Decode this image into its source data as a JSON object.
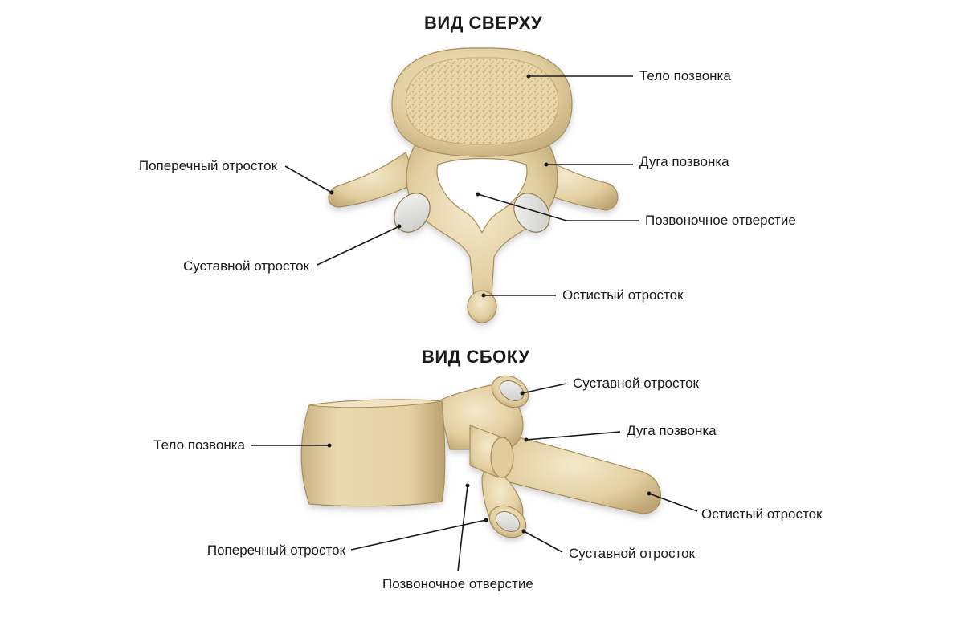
{
  "top_view": {
    "title": "ВИД СВЕРХУ",
    "labels": {
      "body": "Тело позвонка",
      "arch": "Дуга позвонка",
      "transverse": "Поперечный отросток",
      "foramen": "Позвоночное отверстие",
      "articular": "Суставной отросток",
      "spinous": "Остистый отросток"
    }
  },
  "side_view": {
    "title": "ВИД СБОКУ",
    "labels": {
      "articular_top": "Суставной отросток",
      "arch": "Дуга позвонка",
      "body": "Тело позвонка",
      "spinous": "Остистый отросток",
      "transverse": "Поперечный отросток",
      "articular_bottom": "Суставной отросток",
      "foramen": "Позвоночное отверстие"
    }
  },
  "colors": {
    "bone": "#e6d4a8",
    "bone_shadow": "#b89f6e",
    "bone_light": "#f3e8c9",
    "cartilage": "#e9eaea",
    "leader": "#1a1a1a"
  }
}
